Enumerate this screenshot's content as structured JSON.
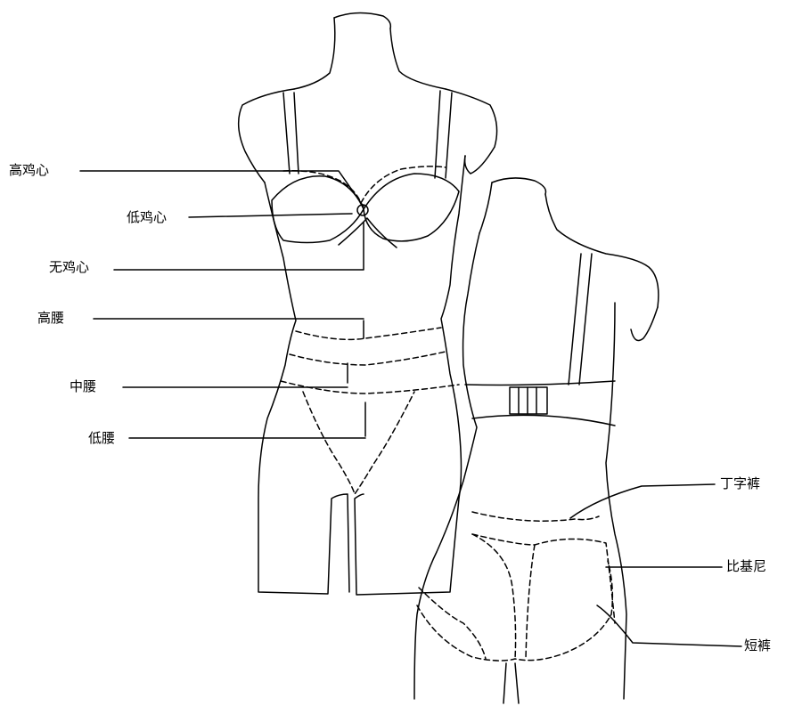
{
  "labels": {
    "high_gore": "高鸡心",
    "low_gore": "低鸡心",
    "no_gore": "无鸡心",
    "high_waist": "高腰",
    "mid_waist": "中腰",
    "low_waist": "低腰",
    "thong": "丁字裤",
    "bikini": "比基尼",
    "shorts": "短裤"
  }
}
